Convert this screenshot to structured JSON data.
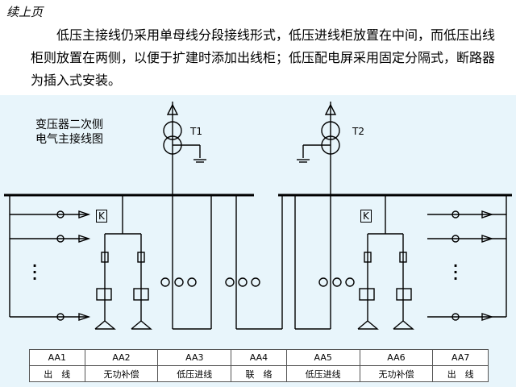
{
  "header": {
    "continued": "续上页"
  },
  "paragraph": "低压主接线仍采用单母线分段接线形式，低压进线柜放置在中间，而低压出线柜则放置在两侧，以便于扩建时添加出线柜；低压配电屏采用固定分隔式，断路器为插入式安装。",
  "diagram": {
    "title_line1": "变压器二次侧",
    "title_line2": "电气主接线图",
    "transformer_left": "T1",
    "transformer_right": "T2",
    "k_label": "K",
    "dots": "·\n·\n·",
    "colors": {
      "background": "#e8f5fb",
      "line": "#000000"
    }
  },
  "cabinets": {
    "codes": [
      "AA1",
      "AA2",
      "AA3",
      "AA4",
      "AA5",
      "AA6",
      "AA7"
    ],
    "names": [
      "出　线",
      "无功补偿",
      "低压进线",
      "联　络",
      "低压进线",
      "无功补偿",
      "出　线"
    ]
  }
}
